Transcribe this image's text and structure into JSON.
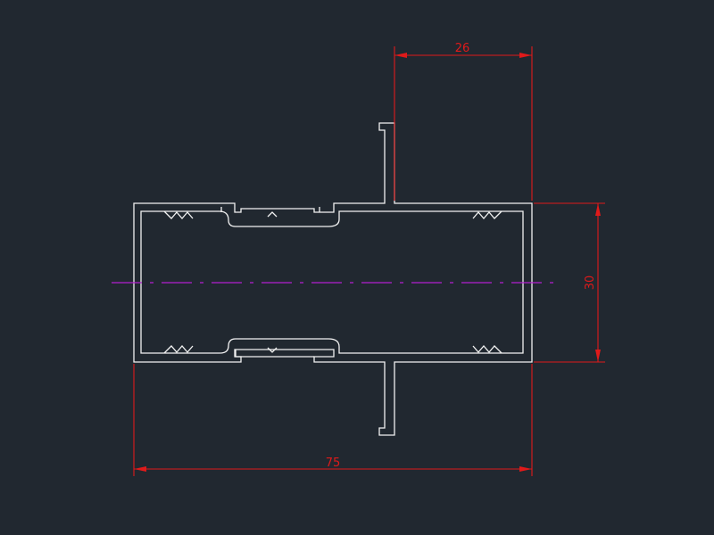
{
  "dimensions": {
    "width_total": "75",
    "height": "30",
    "flange_offset": "26"
  },
  "colors": {
    "background": "#212830",
    "profile": "#f2f2f2",
    "dimension": "#e01a1a",
    "centerline": "#b21fd0"
  }
}
